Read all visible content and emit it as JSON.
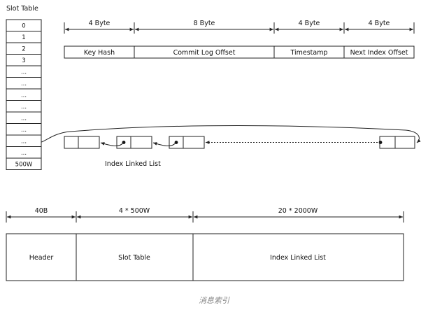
{
  "slot_table": {
    "title": "Slot Table",
    "rows": [
      "0",
      "1",
      "2",
      "3",
      "...",
      "...",
      "...",
      "...",
      "...",
      "...",
      "...",
      "...",
      "500W"
    ]
  },
  "entry_format": {
    "fields": [
      {
        "size": "4 Byte",
        "name": "Key Hash"
      },
      {
        "size": "8 Byte",
        "name": "Commit Log Offset"
      },
      {
        "size": "4 Byte",
        "name": "Timestamp"
      },
      {
        "size": "4 Byte",
        "name": "Next Index Offset"
      }
    ]
  },
  "linked_list": {
    "label": "Index Linked List"
  },
  "file_layout": {
    "sections": [
      {
        "size": "40B",
        "name": "Header"
      },
      {
        "size": "4 * 500W",
        "name": "Slot Table"
      },
      {
        "size": "20 * 2000W",
        "name": "Index Linked List"
      }
    ]
  },
  "caption": "消息索引"
}
